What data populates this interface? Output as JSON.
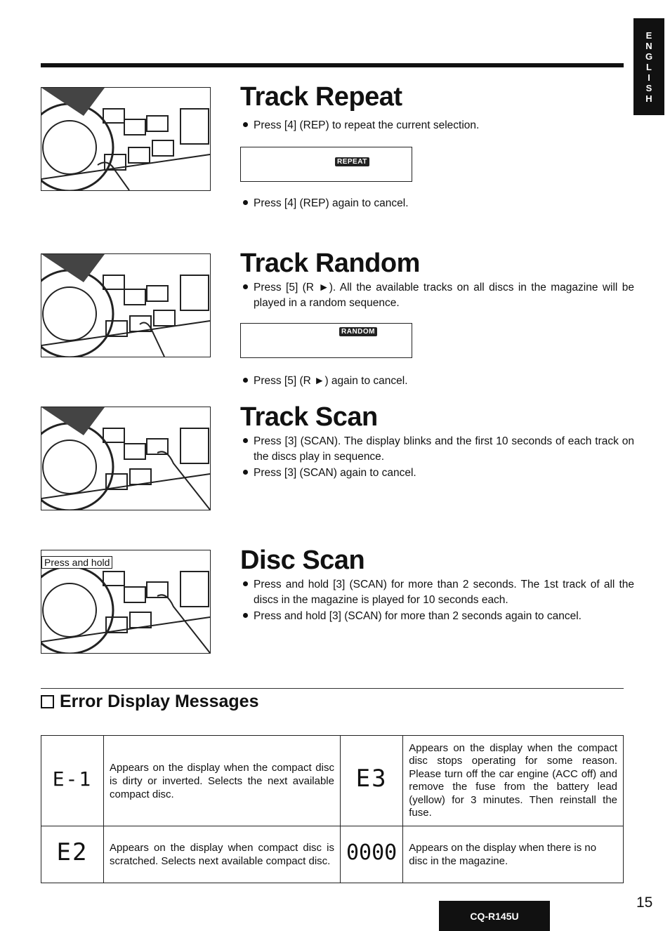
{
  "side_tab": {
    "letters": [
      "E",
      "N",
      "G",
      "L",
      "I",
      "S",
      "H"
    ]
  },
  "sections": [
    {
      "title": "Track Repeat",
      "bullets": [
        "Press [4] (REP) to repeat the current selection.",
        "Press [4] (REP) again to cancel."
      ],
      "display_label": "REPEAT"
    },
    {
      "title": "Track Random",
      "bullets": [
        "Press [5] (R ►). All the available tracks on all discs in the magazine will be played in a random sequence.",
        "Press [5] (R ►) again to cancel."
      ],
      "display_label": "RANDOM"
    },
    {
      "title": "Track Scan",
      "bullets": [
        "Press [3] (SCAN). The display blinks and the first 10 seconds of each track on the discs play in sequence.",
        "Press [3] (SCAN) again to cancel."
      ]
    },
    {
      "title": "Disc Scan",
      "bullets": [
        "Press and hold [3] (SCAN) for more than 2 seconds. The 1st track of all the discs in the magazine is played for 10 seconds each.",
        "Press and hold [3] (SCAN) for more than 2 seconds again to cancel."
      ],
      "illustration_caption": "Press and hold"
    }
  ],
  "error_section": {
    "title": "Error Display Messages",
    "rows": [
      [
        {
          "code": "E-1",
          "text": "Appears on the display when the compact disc is dirty or inverted. Selects the next available compact disc."
        },
        {
          "code": "E3",
          "text": "Appears on the display when the compact disc stops operating for some reason. Please turn off the car engine (ACC off) and remove the fuse from the battery lead (yellow) for 3 minutes. Then reinstall the fuse."
        }
      ],
      [
        {
          "code": "E2",
          "text": "Appears on the display when compact disc is scratched. Selects next available compact disc."
        },
        {
          "code": "0000",
          "text": "Appears on the display when there is no disc in the magazine."
        }
      ]
    ]
  },
  "footer": {
    "model": "CQ-R145U",
    "page_number": "15"
  }
}
